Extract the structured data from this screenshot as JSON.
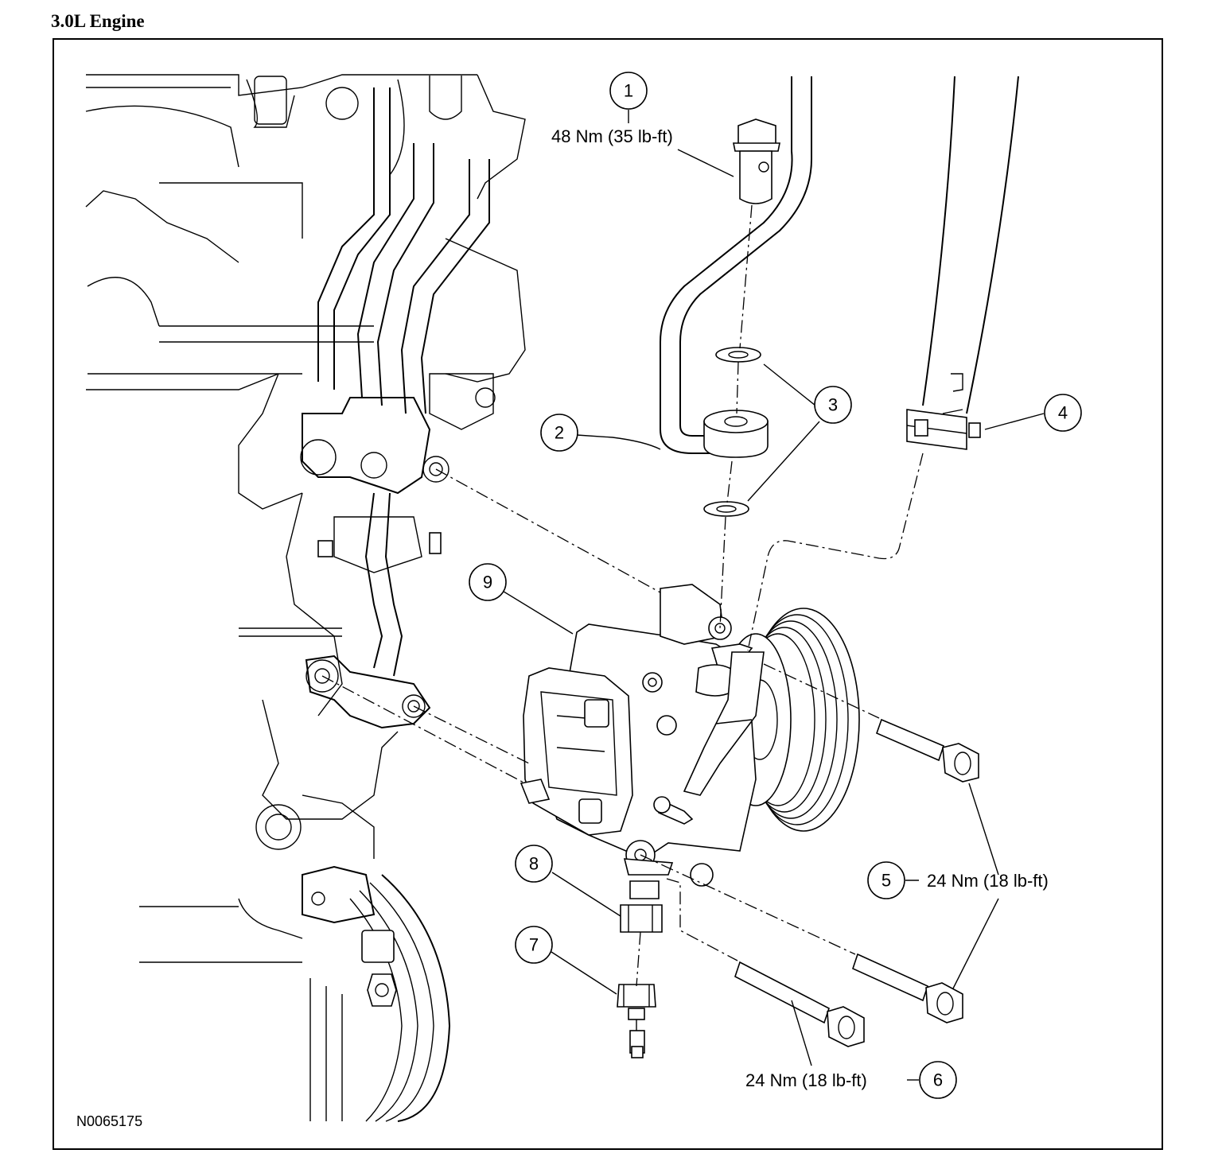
{
  "title": "3.0L Engine",
  "figure_id": "N0065175",
  "callouts": [
    {
      "number": "1",
      "text": "48 Nm (35 lb-ft)"
    },
    {
      "number": "2",
      "text": ""
    },
    {
      "number": "3",
      "text": ""
    },
    {
      "number": "4",
      "text": ""
    },
    {
      "number": "5",
      "text": "24 Nm (18 lb-ft)"
    },
    {
      "number": "6",
      "text": "24 Nm (18 lb-ft)"
    },
    {
      "number": "7",
      "text": ""
    },
    {
      "number": "8",
      "text": ""
    },
    {
      "number": "9",
      "text": ""
    }
  ]
}
